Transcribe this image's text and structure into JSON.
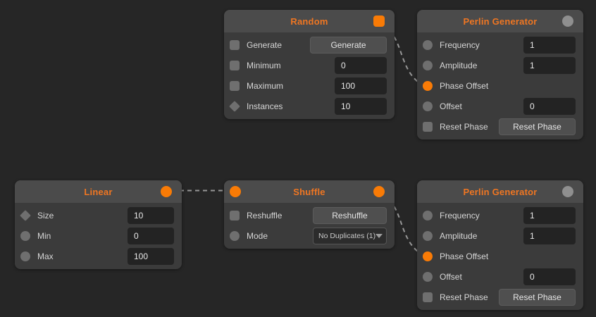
{
  "colors": {
    "canvas_bg": "#262626",
    "node_body": "#3b3b3b",
    "node_header": "#4b4b4b",
    "title_orange": "#ef7622",
    "port_orange": "#f97b06",
    "port_gray": "#6f6f6f",
    "header_port_gray": "#8f8f8f",
    "field_bg": "#232323",
    "wire_gray": "#979797"
  },
  "nodes": {
    "random": {
      "title": "Random",
      "output_port": {
        "shape": "square",
        "color": "orange"
      },
      "rows": [
        {
          "label": "Generate",
          "button": "Generate",
          "port_shape": "square",
          "port_color": "gray"
        },
        {
          "label": "Minimum",
          "value": "0",
          "port_shape": "square",
          "port_color": "gray"
        },
        {
          "label": "Maximum",
          "value": "100",
          "port_shape": "square",
          "port_color": "gray"
        },
        {
          "label": "Instances",
          "value": "10",
          "port_shape": "diamond",
          "port_color": "gray"
        }
      ]
    },
    "perlin_top": {
      "title": "Perlin Generator",
      "output_port": {
        "shape": "circle",
        "color": "gray"
      },
      "rows": [
        {
          "label": "Frequency",
          "value": "1",
          "port_shape": "circle",
          "port_color": "gray"
        },
        {
          "label": "Amplitude",
          "value": "1",
          "port_shape": "circle",
          "port_color": "gray"
        },
        {
          "label": "Phase Offset",
          "port_shape": "circle",
          "port_color": "orange"
        },
        {
          "label": "Offset",
          "value": "0",
          "port_shape": "circle",
          "port_color": "gray"
        },
        {
          "label": "Reset Phase",
          "button": "Reset Phase",
          "port_shape": "square",
          "port_color": "gray"
        }
      ]
    },
    "linear": {
      "title": "Linear",
      "output_port": {
        "shape": "circle",
        "color": "orange"
      },
      "rows": [
        {
          "label": "Size",
          "value": "10",
          "port_shape": "diamond",
          "port_color": "gray"
        },
        {
          "label": "Min",
          "value": "0",
          "port_shape": "circle",
          "port_color": "gray"
        },
        {
          "label": "Max",
          "value": "100",
          "port_shape": "circle",
          "port_color": "gray"
        }
      ]
    },
    "shuffle": {
      "title": "Shuffle",
      "input_port": {
        "shape": "circle",
        "color": "orange"
      },
      "output_port": {
        "shape": "circle",
        "color": "orange"
      },
      "rows": [
        {
          "label": "Reshuffle",
          "button": "Reshuffle",
          "port_shape": "square",
          "port_color": "gray"
        },
        {
          "label": "Mode",
          "dropdown": "No Duplicates (1)",
          "port_shape": "circle",
          "port_color": "gray"
        }
      ]
    },
    "perlin_bottom": {
      "title": "Perlin Generator",
      "output_port": {
        "shape": "circle",
        "color": "gray"
      },
      "rows": [
        {
          "label": "Frequency",
          "value": "1",
          "port_shape": "circle",
          "port_color": "gray"
        },
        {
          "label": "Amplitude",
          "value": "1",
          "port_shape": "circle",
          "port_color": "gray"
        },
        {
          "label": "Phase Offset",
          "port_shape": "circle",
          "port_color": "orange"
        },
        {
          "label": "Offset",
          "value": "0",
          "port_shape": "circle",
          "port_color": "gray"
        },
        {
          "label": "Reset Phase",
          "button": "Reset Phase",
          "port_shape": "square",
          "port_color": "gray"
        }
      ]
    }
  },
  "connections": [
    {
      "from": "random.output",
      "to": "perlin_top.phase_offset",
      "style": "dashed"
    },
    {
      "from": "linear.output",
      "to": "shuffle.input",
      "style": "dashed"
    },
    {
      "from": "shuffle.output",
      "to": "perlin_bottom.phase_offset",
      "style": "dashed"
    }
  ]
}
